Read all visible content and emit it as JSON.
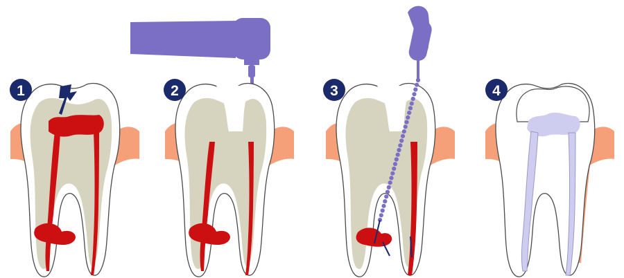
{
  "steps": [
    {
      "number": "1"
    },
    {
      "number": "2"
    },
    {
      "number": "3"
    },
    {
      "number": "4"
    }
  ],
  "colors": {
    "badge": "#1b2a6b",
    "gum": "#f6a07a",
    "dentin": "#d6d3bf",
    "enamel": "#ffffff",
    "outline": "#4a4a4a",
    "pulp": "#cc1012",
    "decay": "#1b2a6b",
    "instrument": "#7a6fc4",
    "filling": "#cfcdef"
  }
}
